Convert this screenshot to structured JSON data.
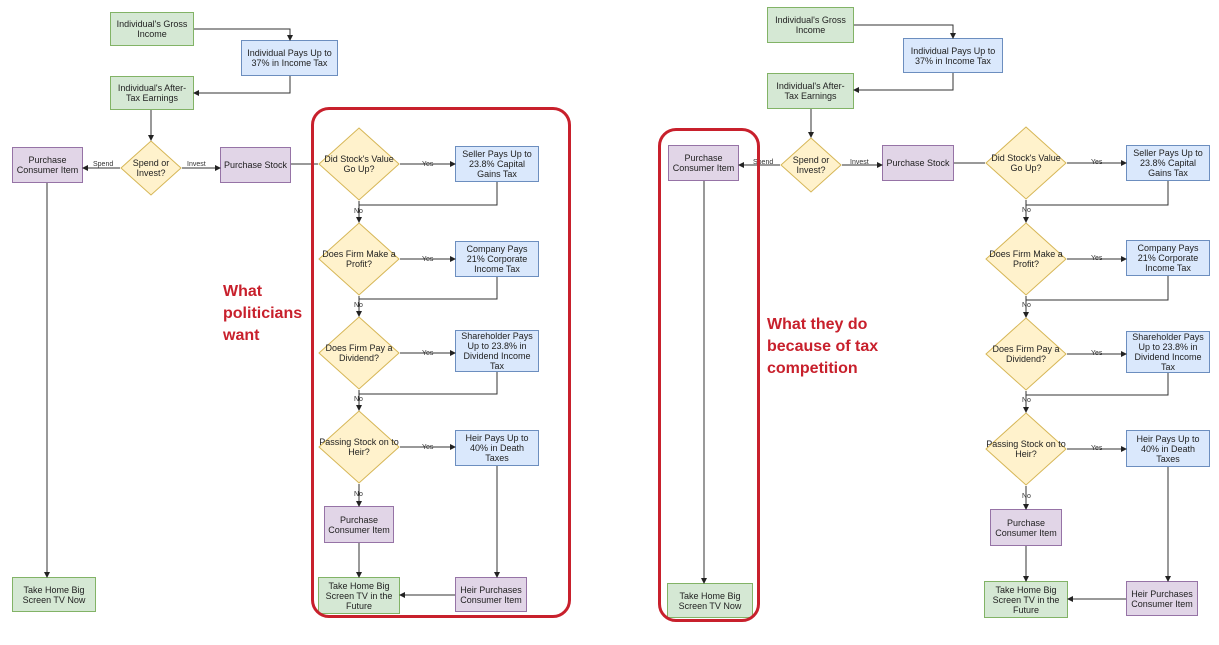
{
  "left": {
    "gross_income": "Individual's Gross Income",
    "income_tax": "Individual Pays Up to 37% in Income Tax",
    "after_tax": "Individual's After-Tax Earnings",
    "spend_or_invest": "Spend or Invest?",
    "purchase_consumer": "Purchase Consumer Item",
    "purchase_stock": "Purchase Stock",
    "take_home_now": "Take Home Big Screen TV Now",
    "stock_up": "Did Stock's Value Go Up?",
    "capital_gains": "Seller Pays Up to 23.8% Capital Gains Tax",
    "firm_profit": "Does Firm Make a Profit?",
    "corporate_tax": "Company Pays 21% Corporate Income Tax",
    "firm_dividend": "Does Firm Pay a Dividend?",
    "dividend_tax": "Shareholder Pays Up to 23.8% in Dividend Income Tax",
    "passing_stock": "Passing Stock on to Heir?",
    "death_tax": "Heir Pays Up to 40% in Death Taxes",
    "purchase_consumer_2": "Purchase Consumer Item",
    "heir_purchases": "Heir Purchases Consumer Item",
    "take_home_future": "Take Home Big Screen TV in the Future"
  },
  "right": {
    "gross_income": "Individual's Gross Income",
    "income_tax": "Individual Pays Up to 37% in Income Tax",
    "after_tax": "Individual's After-Tax Earnings",
    "spend_or_invest": "Spend or Invest?",
    "purchase_consumer": "Purchase Consumer Item",
    "purchase_stock": "Purchase Stock",
    "take_home_now": "Take Home Big Screen TV Now",
    "stock_up": "Did Stock's Value Go Up?",
    "capital_gains": "Seller Pays Up to 23.8% Capital Gains Tax",
    "firm_profit": "Does Firm Make a Profit?",
    "corporate_tax": "Company Pays 21% Corporate Income Tax",
    "firm_dividend": "Does Firm Pay a Dividend?",
    "dividend_tax": "Shareholder Pays Up to 23.8% in Dividend Income Tax",
    "passing_stock": "Passing Stock on to Heir?",
    "death_tax": "Heir Pays Up to 40% in Death Taxes",
    "purchase_consumer_2": "Purchase Consumer Item",
    "heir_purchases": "Heir Purchases Consumer Item",
    "take_home_future": "Take Home Big Screen TV in the Future"
  },
  "edge_labels": {
    "spend": "Spend",
    "invest": "Invest",
    "yes": "Yes",
    "no": "No"
  },
  "annotations": {
    "politicians_line1": "What",
    "politicians_line2": "politicians",
    "politicians_line3": "want",
    "tax_comp_line1": "What they do",
    "tax_comp_line2": "because of tax",
    "tax_comp_line3": "competition"
  },
  "colors": {
    "accent": "#c8202c",
    "green": "#d5e8d4",
    "blue": "#dae8fc",
    "purple": "#e1d5e7",
    "diamond": "#fff2cc"
  }
}
